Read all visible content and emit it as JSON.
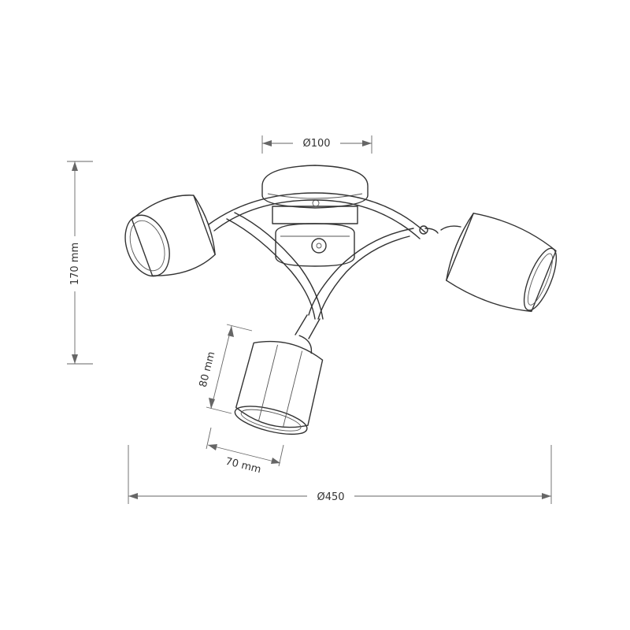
{
  "dimensions": {
    "canopy_diameter": "Ø100",
    "height": "170 mm",
    "shade_height": "80 mm",
    "shade_width": "70 mm",
    "overall_diameter": "Ø450"
  },
  "colors": {
    "line": "#333333",
    "dimension_line": "#666666",
    "background": "#ffffff"
  }
}
